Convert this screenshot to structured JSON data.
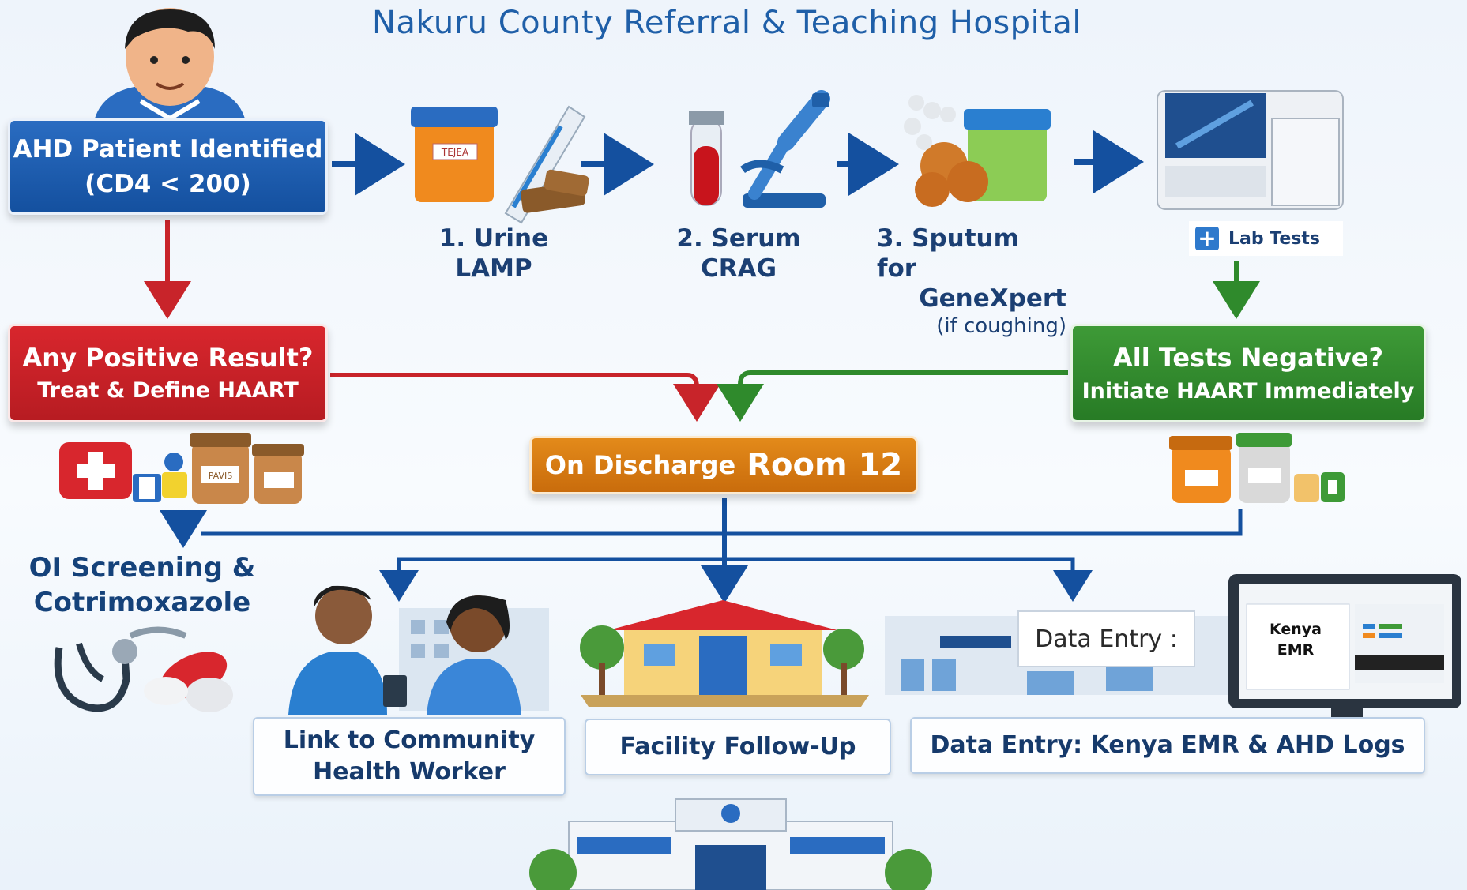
{
  "title": "Nakuru County Referral & Teaching Hospital",
  "ahd": {
    "line1": "AHD Patient Identified",
    "line2": "(CD4 < 200)"
  },
  "steps": [
    {
      "label": "1. Urine LAMP"
    },
    {
      "label": "2. Serum CRAG"
    },
    {
      "label_line1": "3. Sputum for",
      "label_line2": "GeneXpert",
      "sub": "(if coughing)"
    }
  ],
  "lab_tests": {
    "label": "Lab Tests",
    "icon": "plus-icon"
  },
  "positive": {
    "line1": "Any Positive Result?",
    "line2": "Treat & Define HAART"
  },
  "negative": {
    "line1": "All Tests Negative?",
    "line2": "Initiate HAART Immediately"
  },
  "discharge": {
    "part1": "On Discharge",
    "part2": "Room 12"
  },
  "oi": {
    "line1": "OI Screening &",
    "line2": "Cotrimoxazole"
  },
  "outcomes": {
    "community_line1": "Link to Community",
    "community_line2": "Health Worker",
    "followup": "Facility Follow-Up",
    "dataentry": "Data Entry: Kenya EMR & AHD Logs"
  },
  "illustrations": {
    "dataentry_sign": "Data Entry :",
    "emr_line1": "Kenya",
    "emr_line2": "EMR",
    "urine_cup_label": "TEJEA",
    "med_jar_label": "PAVIS"
  },
  "colors": {
    "blue": "#1f5fa8",
    "red": "#c8242a",
    "green": "#2f8a2c",
    "orange": "#d77a12",
    "navy_text": "#1b3f73"
  }
}
